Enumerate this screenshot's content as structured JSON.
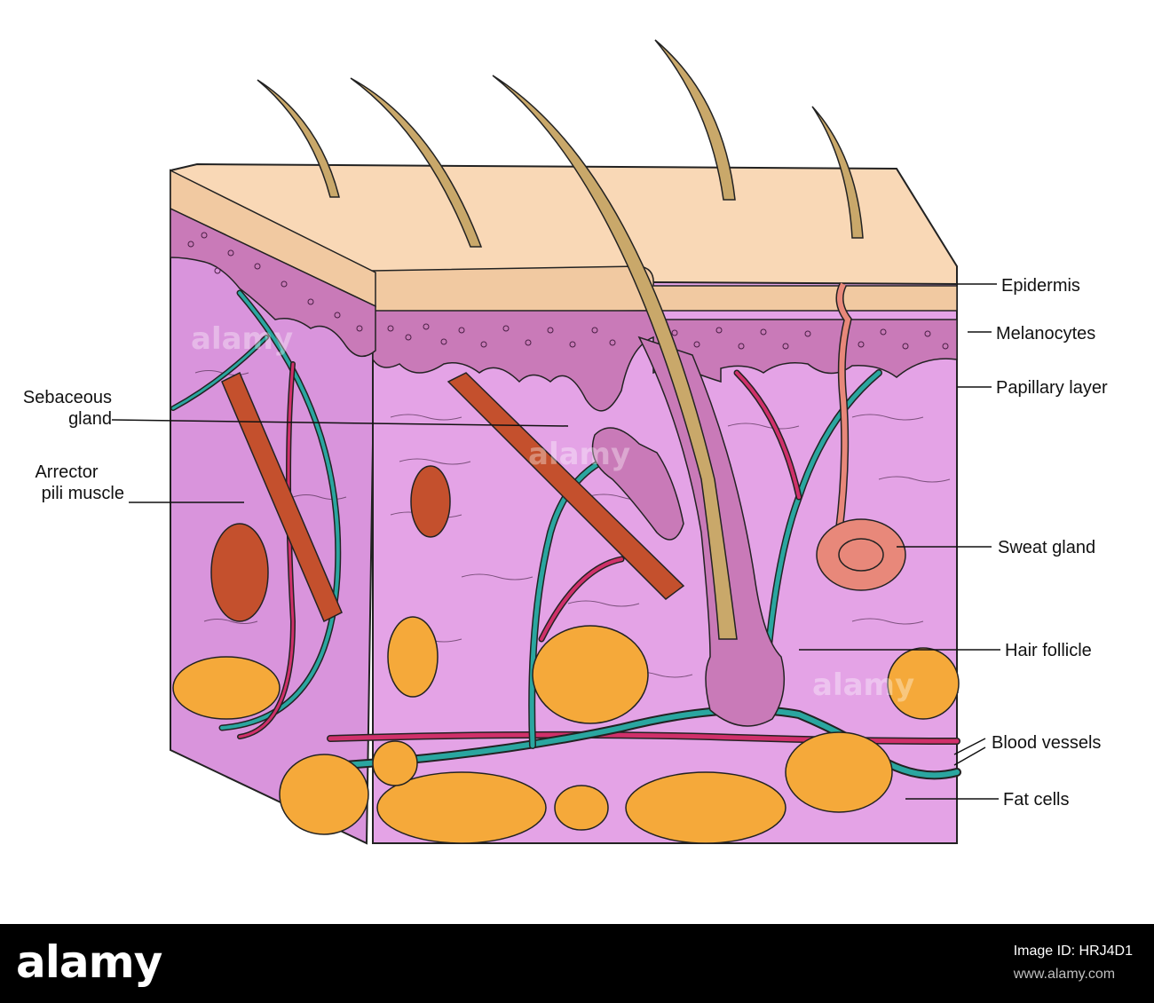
{
  "labels": {
    "sebaceous_1": "Sebaceous",
    "sebaceous_2": "gland",
    "arrector_1": "Arrector",
    "arrector_2": "pili muscle",
    "epidermis": "Epidermis",
    "melanocytes": "Melanocytes",
    "papillary": "Papillary layer",
    "sweat": "Sweat gland",
    "hair": "Hair follicle",
    "blood": "Blood vessels",
    "fat": "Fat cells"
  },
  "footer": {
    "logo": "alamy",
    "image_id_label": "Image ID: HRJ4D1",
    "site": "www.alamy.com"
  },
  "watermark": "alamy",
  "colors": {
    "epidermis": "#f9d8b6",
    "dermis": "#e8a6e9",
    "melanocyte_band": "#c97ab8",
    "hair": "#c9a86a",
    "muscle": "#c4502d",
    "fat": "#f5a93a",
    "vein": "#2aa6a0",
    "artery": "#d0306a",
    "sweat_gland": "#e8887a"
  }
}
